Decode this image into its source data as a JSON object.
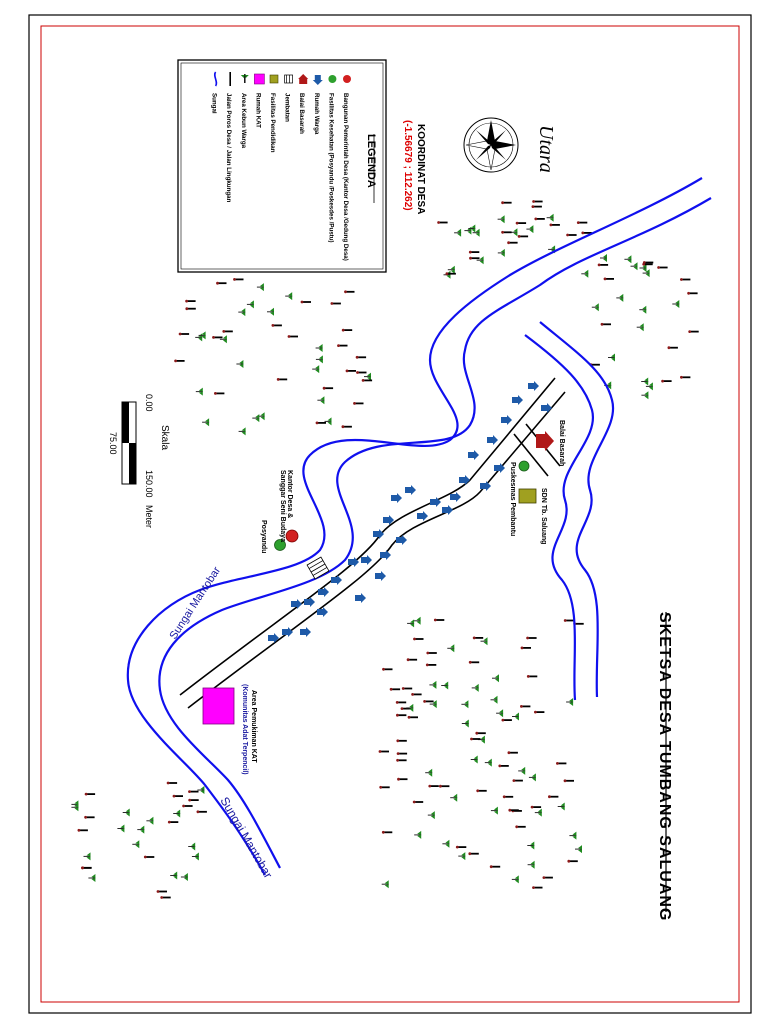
{
  "title": "SKETSA DESA TUMBANG SALUANG",
  "compass_label": "Utara",
  "coordinates": {
    "label": "KOORDINAT DESA",
    "value": "(-1.56679 ; 112.262)"
  },
  "legend": {
    "title": "LEGENDA",
    "items": [
      {
        "symbol": "circle-red",
        "label": "Bangunan Pemerintah Desa (Kantor Desa /Gedung Desa)"
      },
      {
        "symbol": "circle-green",
        "label": "Fasilitas Kesehatan (Posyandu /Poskesdes /Pustu)"
      },
      {
        "symbol": "arrow-blue",
        "label": "Rumah Warga"
      },
      {
        "symbol": "house-red",
        "label": "Balai Basarah"
      },
      {
        "symbol": "bridge",
        "label": "Jembatan"
      },
      {
        "symbol": "square-olive",
        "label": "Fasilitas Pendidikan"
      },
      {
        "symbol": "square-magenta",
        "label": "Rumah KAT"
      },
      {
        "symbol": "tree",
        "label": "Area Kebun Warga"
      },
      {
        "symbol": "road",
        "label": "Jalan Poros Desa / Jalan Lingkungan"
      },
      {
        "symbol": "river",
        "label": "Sungai"
      }
    ]
  },
  "scale": {
    "title": "Skala",
    "ticks": [
      "0.00",
      "75.00",
      "150.00"
    ],
    "unit": "Meter"
  },
  "labels": {
    "river_upper": "Sungai Mantobar",
    "river_lower": "Sungai Mantobar",
    "balai": "Balai Basarah",
    "sdn": "SDN Tb. Saluang",
    "puskesmas": "Puskesmas Pembantu",
    "kantor": "Kantor Desa &",
    "sanggar": "Sanggar Seni Budaya",
    "posyandu": "Posyandu",
    "kat_line1": "Area Pemukiman KAT",
    "kat_line2": "(Komunitas Adat Terpencil)"
  },
  "colors": {
    "border": "#cc0000",
    "river": "#1010ee",
    "road": "#000000",
    "house": "#1e5aa8",
    "tree_trunk": "#000000",
    "tree_leaf": "#1f8a1f",
    "kantor": "#d22020",
    "health": "#2ea02e",
    "balai": "#b01818",
    "school": "#a0a020",
    "kat": "#ff00ff",
    "coord_text": "#dd0000"
  }
}
